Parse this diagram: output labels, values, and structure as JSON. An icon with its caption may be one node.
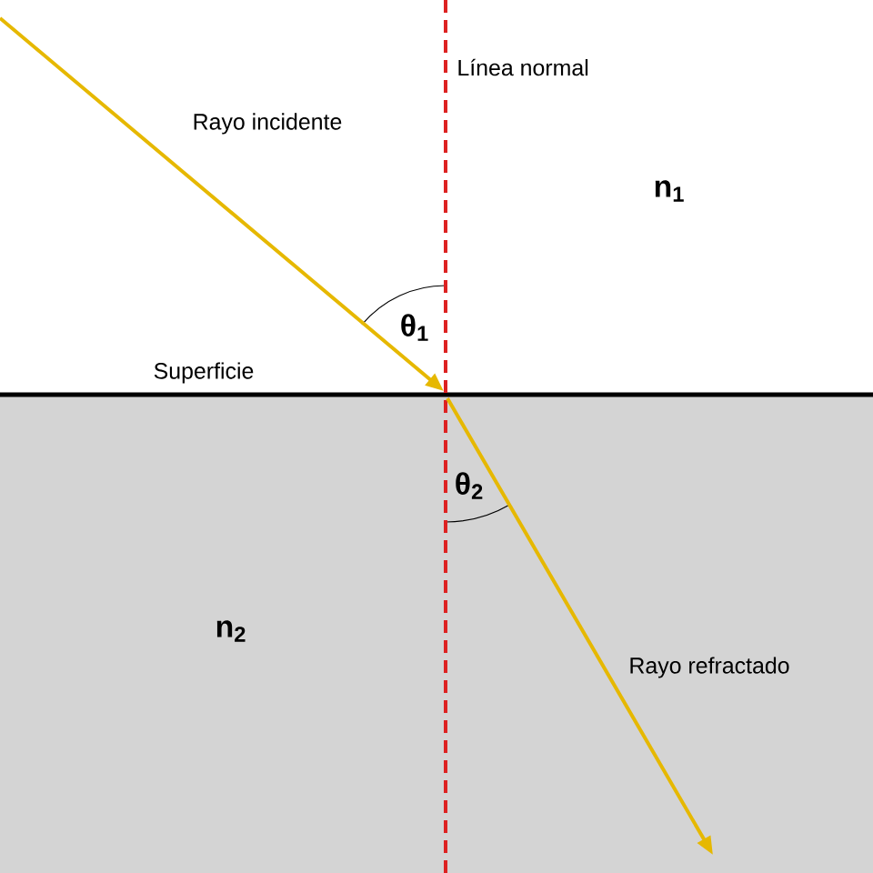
{
  "diagram": {
    "labels": [
      "Línea normal",
      "Rayo incidente",
      "n$_{1}$",
      "θ$_{1}$",
      "Superficie",
      "θ$_{2}$",
      "n$_{2}$",
      "Rayo refractado"
    ]
  }
}
